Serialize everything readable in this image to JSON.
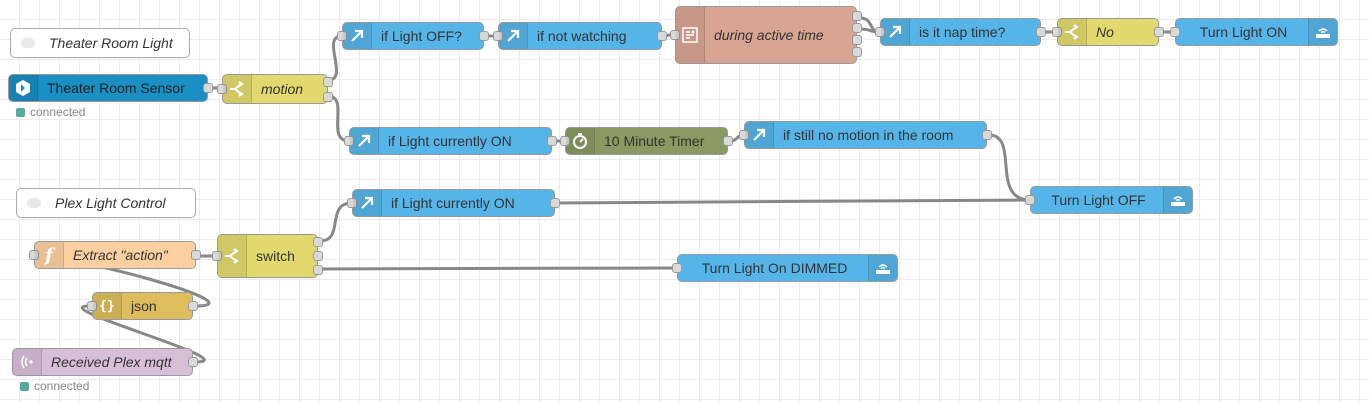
{
  "colors": {
    "canvas": "#ffffff",
    "grid": "#ececec",
    "wire": "#888888",
    "switch_node": "#e2d96e",
    "change_node": "#56b5e8",
    "sensor_node": "#1a8fc4",
    "time_range_node": "#d8a593",
    "timer_node": "#8a9a62",
    "function_node": "#fdd0a2",
    "json_node": "#debd5c",
    "mqtt_node": "#d8bfd8",
    "status_connected": "#5aa97a"
  },
  "comments": {
    "theater_room_light": "Theater Room Light",
    "plex_light_control": "Plex Light Control"
  },
  "nodes": {
    "theater_room_sensor": {
      "label": "Theater Room Sensor",
      "status": "connected"
    },
    "motion": {
      "label": "motion"
    },
    "if_light_off": {
      "label": "if Light OFF?"
    },
    "if_not_watching": {
      "label": "if not watching"
    },
    "during_active_time": {
      "label": "during active time"
    },
    "is_it_nap_time": {
      "label": "is it nap time?"
    },
    "no": {
      "label": "No"
    },
    "turn_light_on": {
      "label": "Turn Light ON"
    },
    "if_light_currently_on_1": {
      "label": "if Light currently ON"
    },
    "ten_minute_timer": {
      "label": "10 Minute Timer"
    },
    "if_still_no_motion": {
      "label": "if still no motion in the room"
    },
    "turn_light_off": {
      "label": "Turn Light OFF"
    },
    "extract_action": {
      "label": "Extract \"action\""
    },
    "switch": {
      "label": "switch"
    },
    "if_light_currently_on_2": {
      "label": "if Light currently ON"
    },
    "turn_light_on_dimmed": {
      "label": "Turn Light On DIMMED"
    },
    "json": {
      "label": "json"
    },
    "received_plex_mqtt": {
      "label": "Received Plex mqtt",
      "status": "connected"
    }
  }
}
